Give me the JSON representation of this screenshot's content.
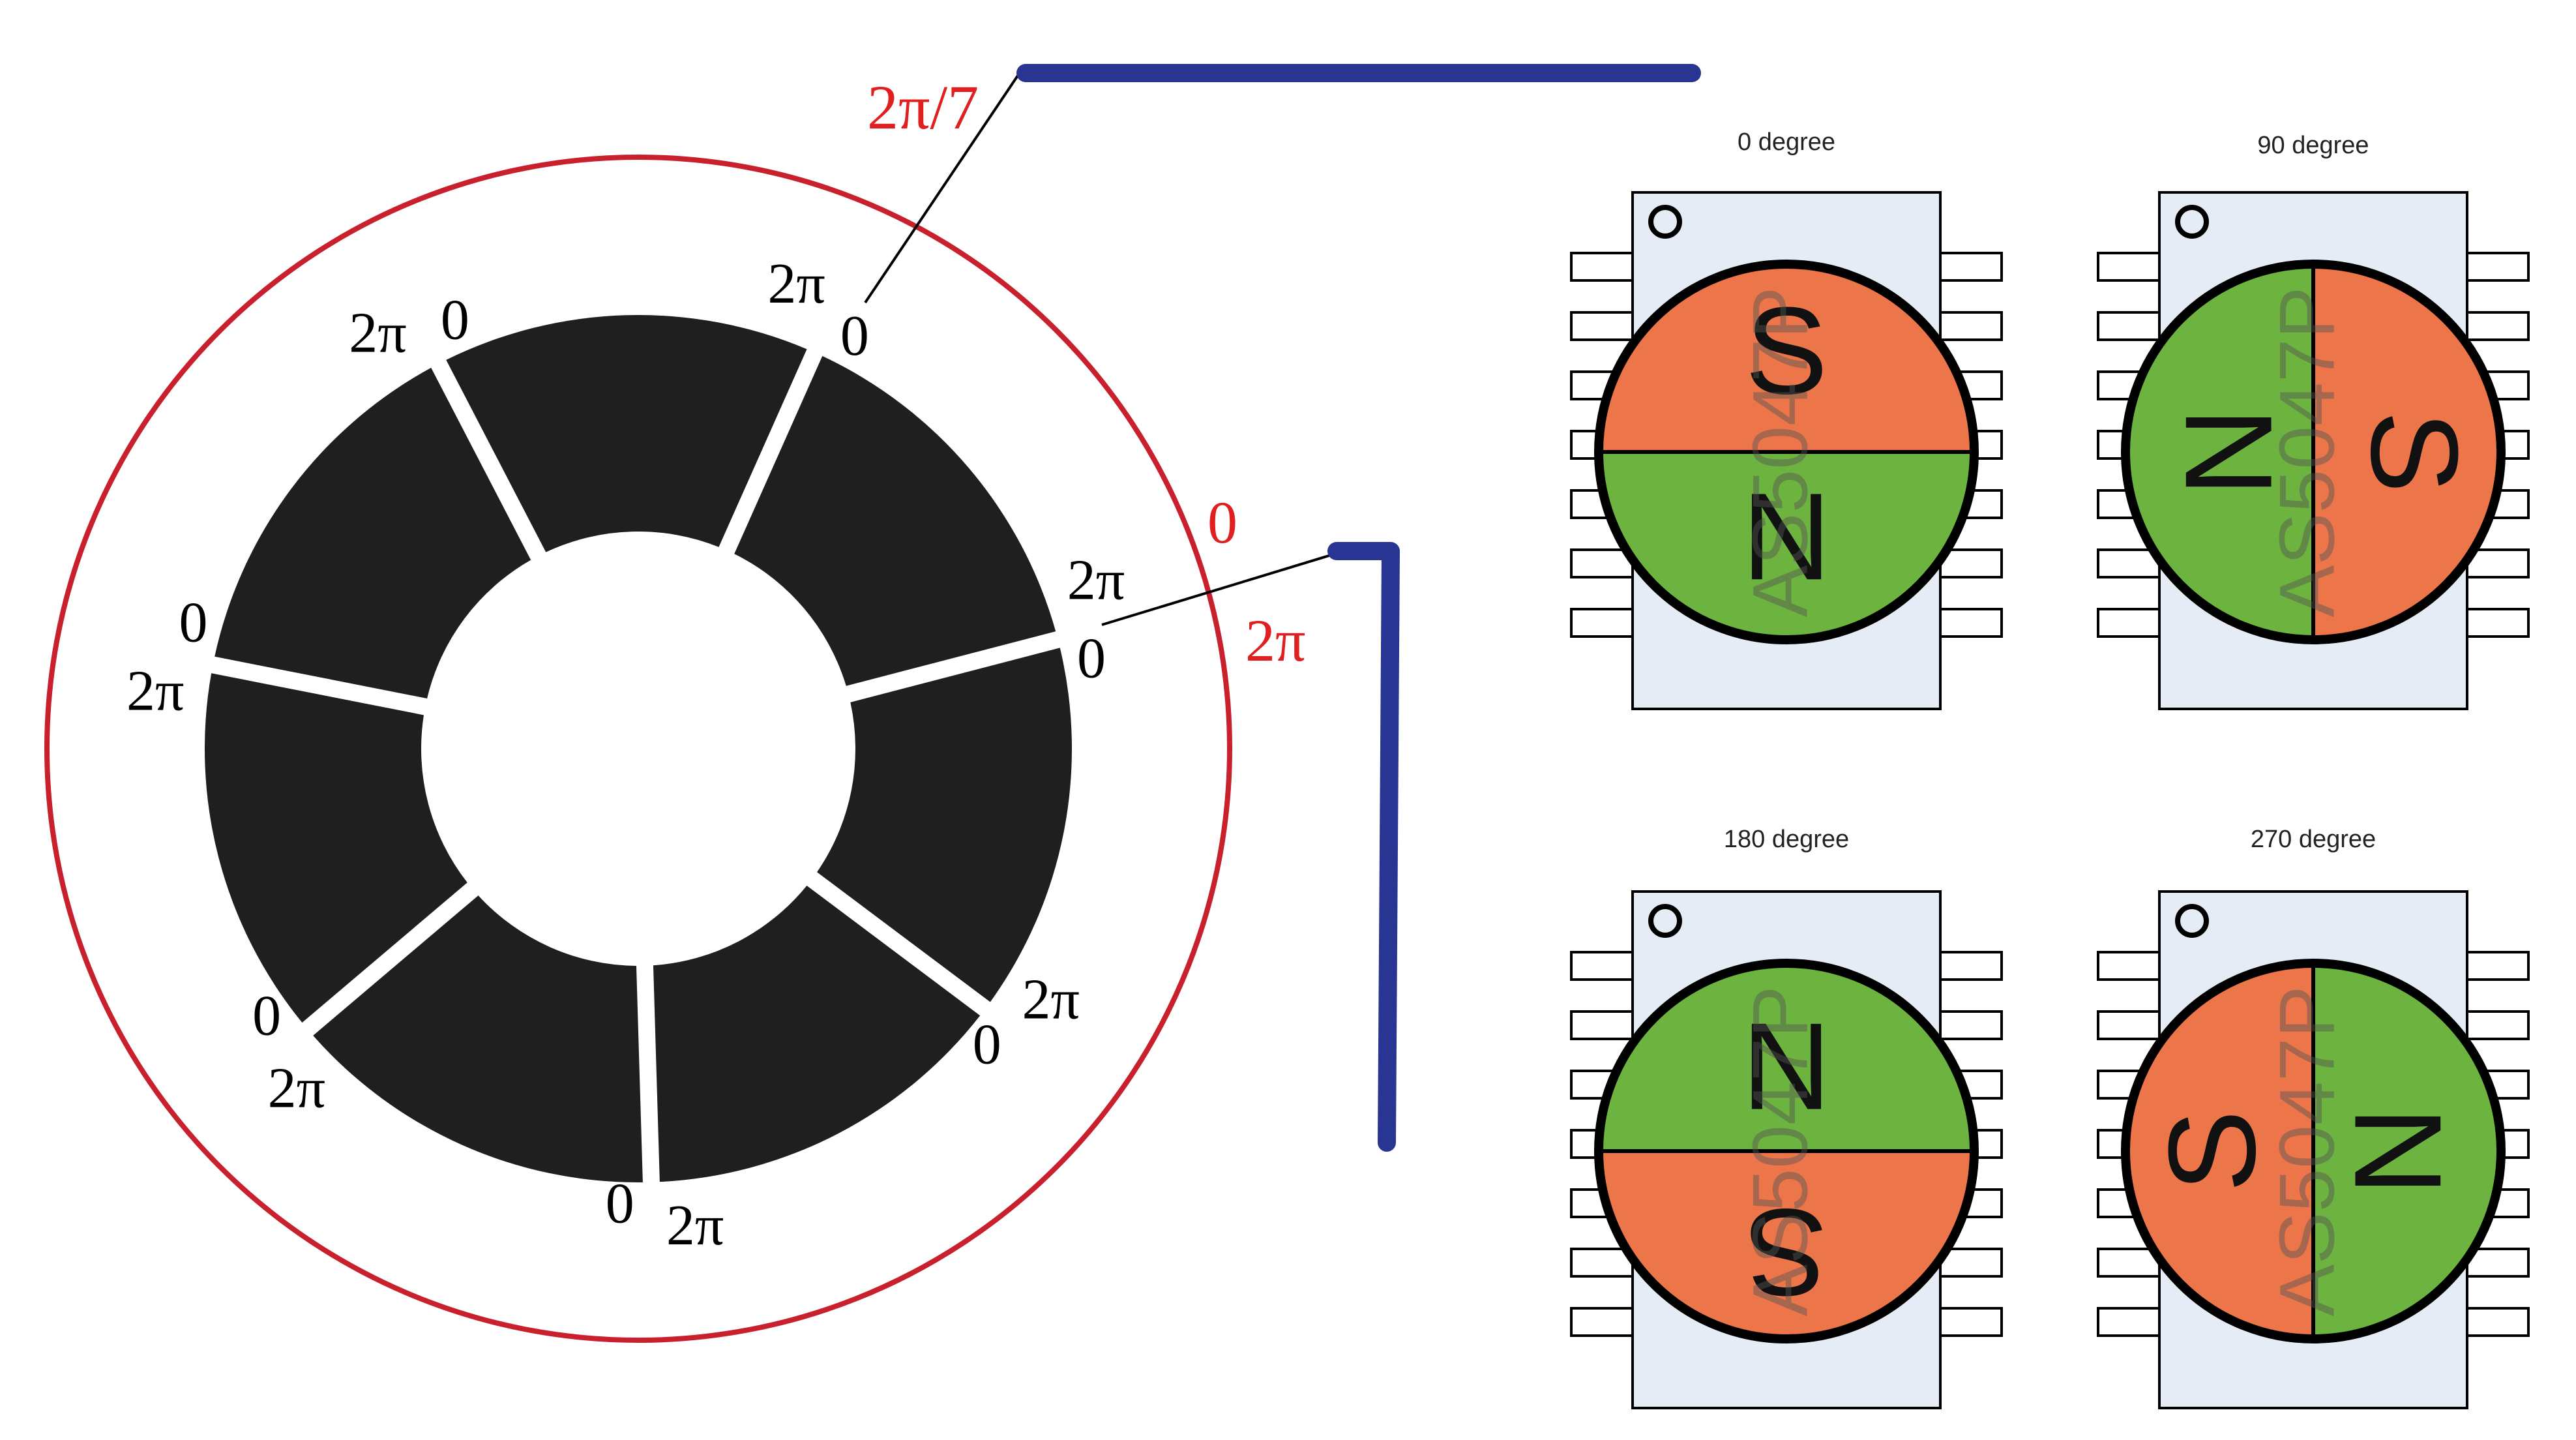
{
  "colors": {
    "ring_outline": "#c8202c",
    "red_text": "#e02020",
    "blue_bar": "#283593",
    "segment_fill": "#1f1f1f",
    "chip_body": "#e6ecf5",
    "north_green": "#6db33f",
    "south_orange": "#ec7549"
  },
  "encoder_labels": {
    "pair_size": "2π/7",
    "red_zero": "0",
    "red_two_pi": "2π",
    "boundaries": [
      {
        "zero": "0",
        "two_pi": "2π"
      },
      {
        "zero": "0",
        "two_pi": "2π"
      },
      {
        "zero": "0",
        "two_pi": "2π"
      },
      {
        "zero": "0",
        "two_pi": "2π"
      },
      {
        "zero": "0",
        "two_pi": "2π"
      },
      {
        "zero": "0",
        "two_pi": "2π"
      },
      {
        "zero": "0",
        "two_pi": "2π"
      }
    ]
  },
  "sensors": [
    {
      "title": "0 degree",
      "chip_text": "AS5047P",
      "rotation_deg": 0,
      "pole_a": "S",
      "pole_b": "N"
    },
    {
      "title": "90 degree",
      "chip_text": "AS5047P",
      "rotation_deg": 90,
      "pole_a": "S",
      "pole_b": "N"
    },
    {
      "title": "180 degree",
      "chip_text": "AS5047P",
      "rotation_deg": 180,
      "pole_a": "S",
      "pole_b": "N"
    },
    {
      "title": "270 degree",
      "chip_text": "AS5047P",
      "rotation_deg": 270,
      "pole_a": "S",
      "pole_b": "N"
    }
  ]
}
